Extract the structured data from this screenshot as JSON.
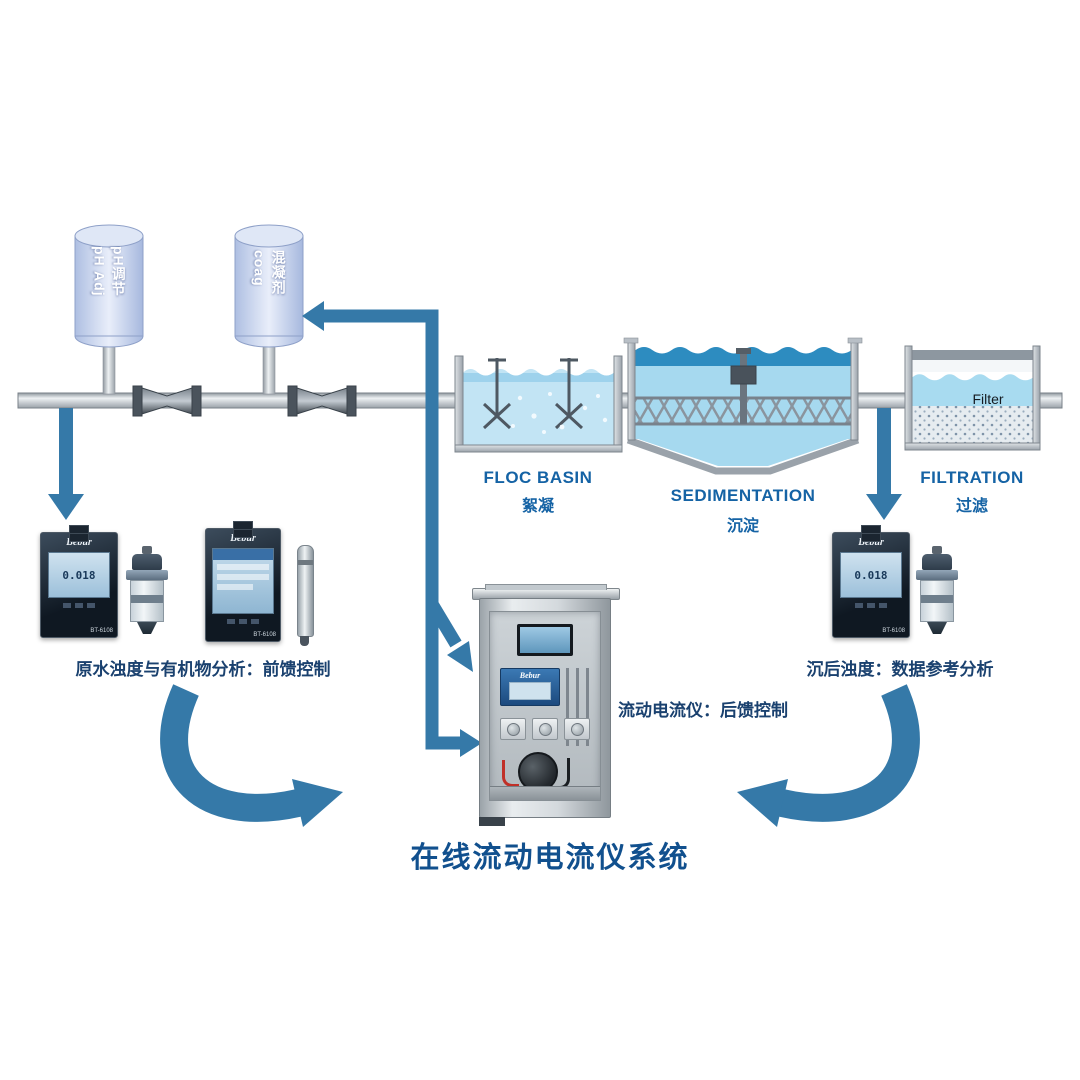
{
  "title": "在线流动电流仪系统",
  "tanks": {
    "ph": {
      "en": "pH Adj",
      "zh": "pH调节"
    },
    "coag": {
      "en": "coag",
      "zh": "混凝剂"
    }
  },
  "basins": {
    "floc": {
      "en": "FLOC BASIN",
      "zh": "絮凝"
    },
    "sedimentation": {
      "en": "SEDIMENTATION",
      "zh": "沉淀"
    },
    "filtration": {
      "en": "FILTRATION",
      "zh": "过滤",
      "media_label": "Filter"
    }
  },
  "captions": {
    "left": "原水浊度与有机物分析：前馈控制",
    "center": "流动电流仪：后馈控制",
    "right": "沉后浊度：数据参考分析"
  },
  "instruments": {
    "brand": "Bebur",
    "model": "BT-6108",
    "reading": "0.018"
  },
  "colors": {
    "arrow_blue": "#3579a8",
    "basin_label_blue": "#1563a5",
    "caption_navy": "#1a416f",
    "title_blue": "#11508e",
    "water_light": "#a6d9ef",
    "water_dark": "#2d8cc0"
  }
}
